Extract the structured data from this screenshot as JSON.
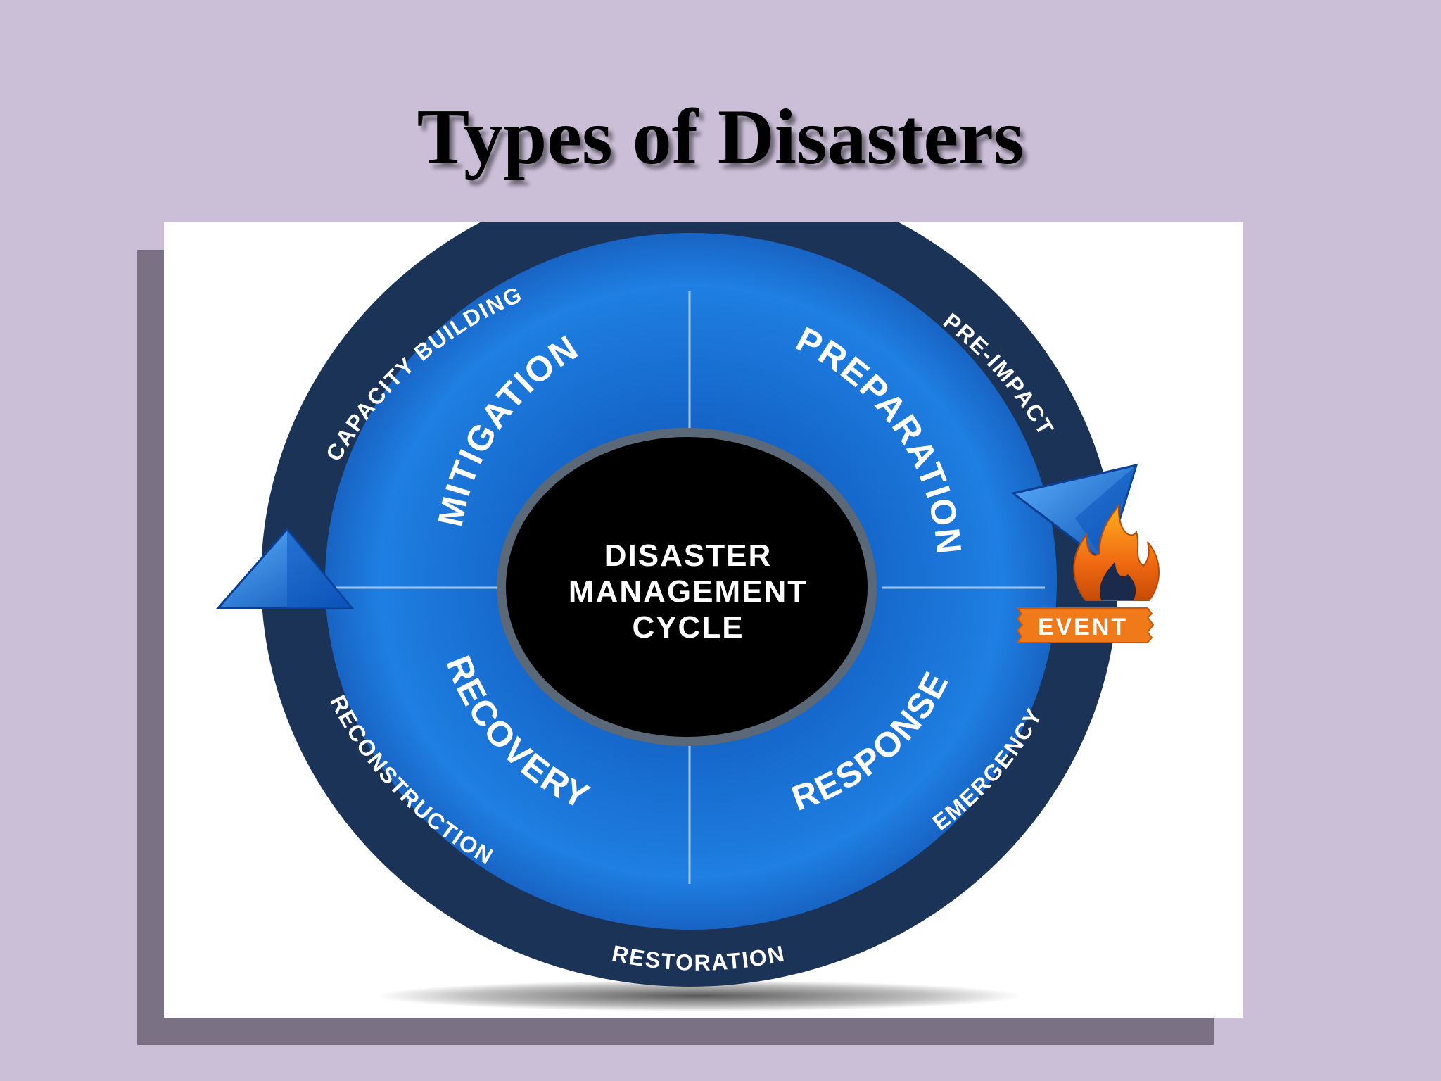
{
  "slide": {
    "title": "Types of Disasters",
    "background": "#cbbfd8",
    "title_color": "#000000"
  },
  "diagram": {
    "center": {
      "lines": [
        "DISASTER",
        "MANAGEMENT",
        "CYCLE"
      ]
    },
    "phases": [
      {
        "id": "mitigation",
        "label": "MITIGATION"
      },
      {
        "id": "preparation",
        "label": "PREPARATION"
      },
      {
        "id": "response",
        "label": "RESPONSE"
      },
      {
        "id": "recovery",
        "label": "RECOVERY"
      }
    ],
    "outer_ring": [
      {
        "id": "capacity-building",
        "label": "CAPACITY BUILDING"
      },
      {
        "id": "pre-impact",
        "label": "PRE-IMPACT"
      },
      {
        "id": "emergency",
        "label": "EMERGENCY"
      },
      {
        "id": "restoration",
        "label": "RESTORATION"
      },
      {
        "id": "reconstruction",
        "label": "RECONSTRUCTION"
      }
    ],
    "event": {
      "label": "EVENT"
    },
    "colors": {
      "outer_ring": "#1c3358",
      "phase_blue": "#1a73d6",
      "phase_blue_dark": "#0d3f99",
      "center_black": "#000000",
      "event_orange": "#f07a1a"
    }
  }
}
